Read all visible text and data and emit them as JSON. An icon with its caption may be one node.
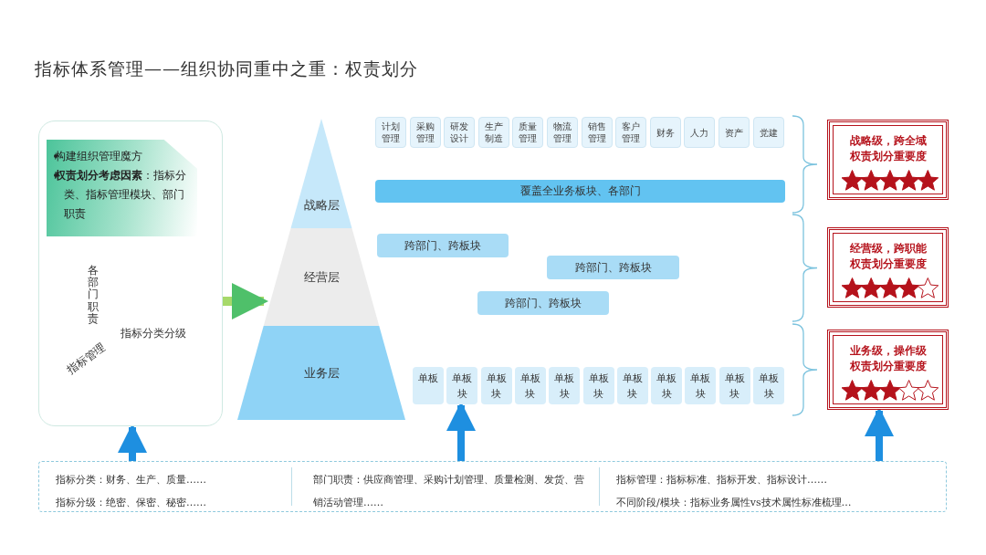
{
  "diagram": {
    "title": "指标体系管理——组织协同重中之重：权责划分",
    "nodes": [
      {
        "text": [],
        "shape": "box"
      },
      {
        "text": [
          "构建组织管理魔方",
          "**权责划分考虑因素**：指标分类、指标管理模块、部门职责"
        ],
        "in": 0
      },
      {
        "text": [
          "战略层"
        ]
      },
      {
        "text": [
          "经营层"
        ]
      },
      {
        "text": [
          "业务层"
        ]
      },
      {
        "text": [
          "计划管理"
        ]
      },
      {
        "text": [
          "采购管理"
        ]
      },
      {
        "text": [
          "研发设计"
        ]
      },
      {
        "text": [
          "生产制造"
        ]
      },
      {
        "text": [
          "质量管理"
        ]
      },
      {
        "text": [
          "物流管理"
        ]
      },
      {
        "text": [
          "销售管理"
        ]
      },
      {
        "text": [
          "客户管理"
        ]
      },
      {
        "text": [
          "财务"
        ]
      },
      {
        "text": [
          "人力"
        ]
      },
      {
        "text": [
          "资产"
        ]
      },
      {
        "text": [
          "党建"
        ]
      },
      {
        "text": [
          "覆盖全业务板块、各部门"
        ]
      },
      {
        "text": [
          "跨部门、跨板块"
        ]
      },
      {
        "text": [
          "跨部门、跨板块"
        ]
      },
      {
        "text": [
          "跨部门、跨板块"
        ]
      },
      {
        "text": [
          "单板"
        ]
      },
      {
        "text": [
          "单板块"
        ]
      },
      {
        "text": [
          "单板块"
        ]
      },
      {
        "text": [
          "单板块"
        ]
      },
      {
        "text": [
          "单板块"
        ]
      },
      {
        "text": [
          "单板块"
        ]
      },
      {
        "text": [
          "单板块"
        ]
      },
      {
        "text": [
          "单板块"
        ]
      },
      {
        "text": [
          "单板块"
        ]
      },
      {
        "text": [
          "单板块"
        ]
      },
      {
        "text": [
          "单板块"
        ]
      },
      {
        "text": [
          "战略级，跨全域",
          "权责划分重要度"
        ]
      },
      {
        "text": [
          "经营级，跨职能",
          "权责划分重要度"
        ]
      },
      {
        "text": [
          "业务级，操作级",
          "权责划分重要度"
        ]
      },
      {
        "text": [
          "指标分类：财务、生产、质量……",
          "指标分级：绝密、保密、秘密……",
          "部门职责：供应商管理、采购计划管理、质量检测、发货、营销活动管理……",
          "指标管理：指标标准、指标开发、指标设计……",
          "不同阶段/模块：指标业务属性vs技术属性标准梳理…"
        ]
      }
    ],
    "edges": [
      {
        "from": 0,
        "to": 3,
        "arrow": "to",
        "color": "#a6d96a"
      },
      {
        "from": 35,
        "to": 0,
        "arrow": "to"
      },
      {
        "from": 35,
        "to": 22,
        "arrow": "to"
      },
      {
        "from": 35,
        "to": 34,
        "arrow": "to"
      }
    ],
    "labels": [
      "各部门职责",
      "指标分类分级",
      "指标管理"
    ]
  }
}
